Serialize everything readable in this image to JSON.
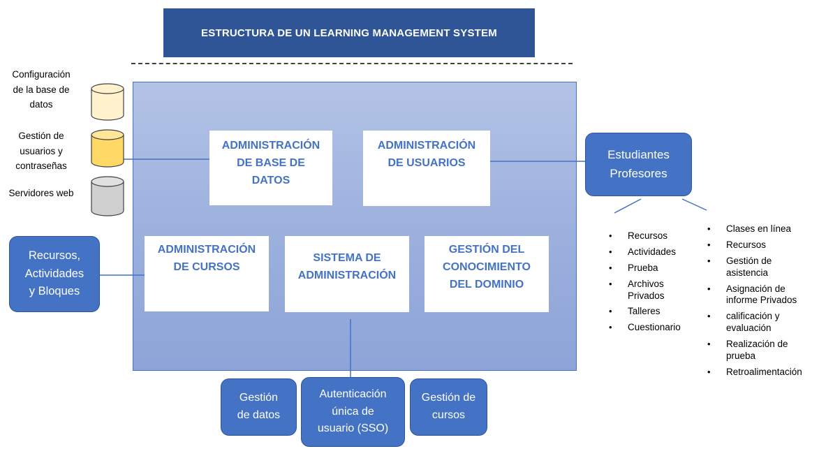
{
  "title": "ESTRUCTURA DE UN LEARNING MANAGEMENT SYSTEM",
  "databases": [
    {
      "label": "Configuración\nde la base de\ndatos",
      "color": "#fff2cc"
    },
    {
      "label": "Gestión de\nusuarios y\ncontraseñas",
      "color": "#ffd966"
    },
    {
      "label": "Servidores web",
      "color": "#d0d0d0"
    }
  ],
  "modules": {
    "db_admin": "ADMINISTRACIÓN\nDE BASE DE\nDATOS",
    "user_admin": "ADMINISTRACIÓN\nDE USUARIOS",
    "course_admin": "ADMINISTRACIÓN\nDE CURSOS",
    "admin_system": "SISTEMA DE\nADMINISTRACIÓN",
    "knowledge": "GESTIÓN DEL\nCONOCIMIENTO\nDEL DOMINIO"
  },
  "side_boxes": {
    "students_teachers": "Estudiantes\nProfesores",
    "resources": "Recursos,\nActividades\ny Bloques"
  },
  "bottom_boxes": {
    "data_mgmt": "Gestión\nde datos",
    "sso": "Autenticación\núnica de\nusuario (SSO)",
    "course_mgmt": "Gestión de\ncursos"
  },
  "students_list": [
    "Recursos",
    "Actividades",
    "Prueba",
    "Archivos Privados",
    "Talleres",
    "Cuestionario"
  ],
  "teachers_list": [
    "Clases en línea",
    "Recursos",
    "Gestión de asistencia",
    "Asignación de informe Privados",
    "calificación y evaluación",
    "Realización de prueba",
    "Retroalimentación"
  ],
  "colors": {
    "accent": "#4472c4",
    "dark_blue": "#2f5597",
    "panel": "#9db1de"
  }
}
